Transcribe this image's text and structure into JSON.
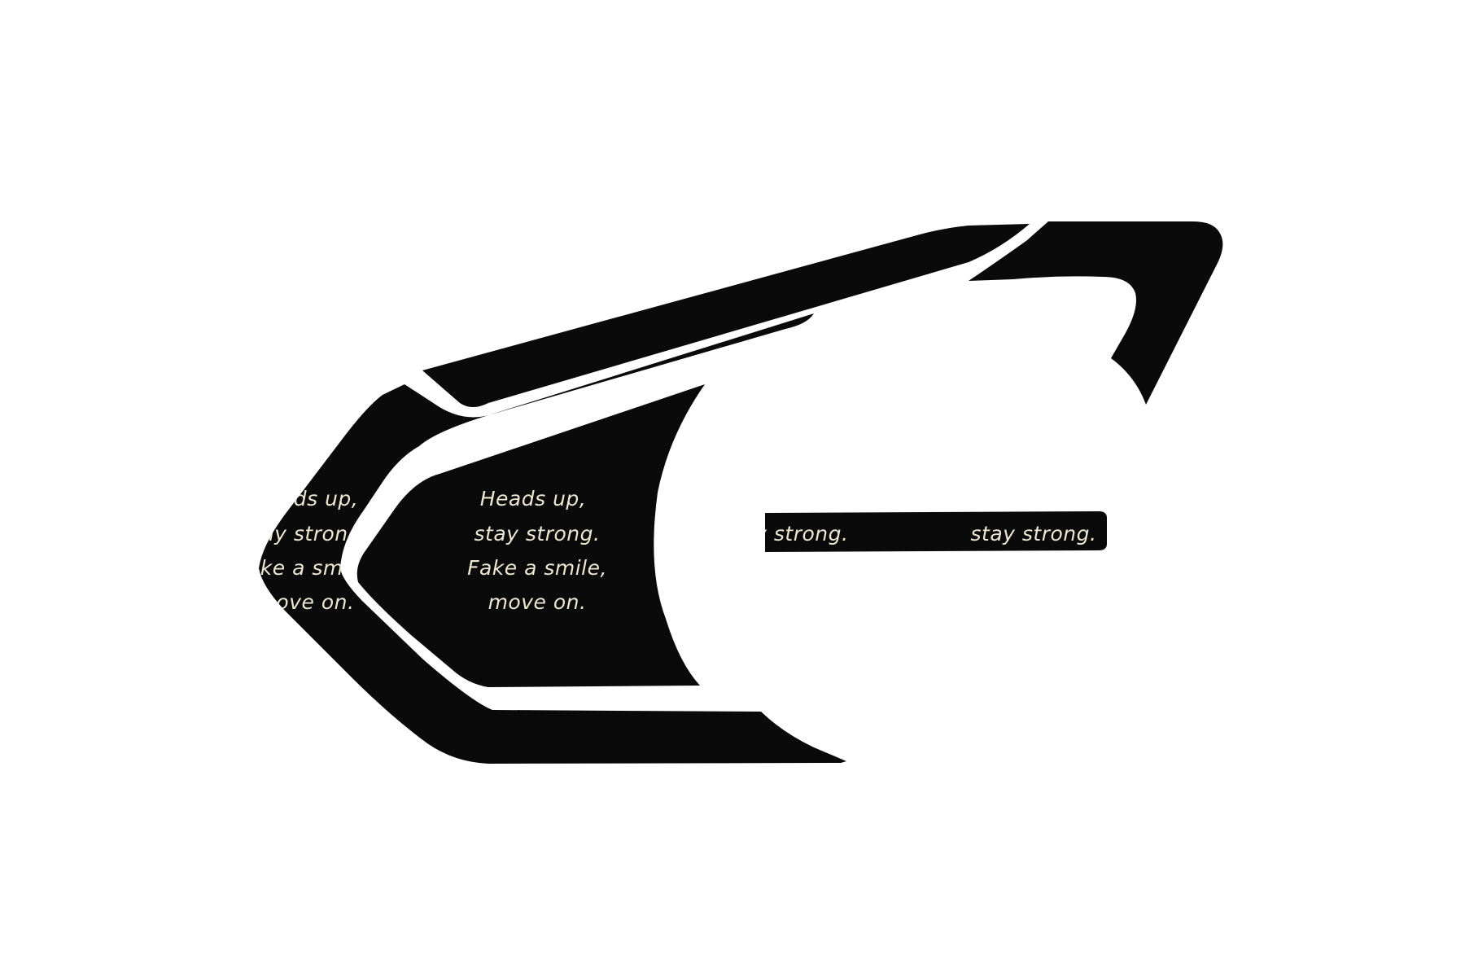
{
  "artwork": {
    "colors": {
      "background": "#ffffff",
      "shape_fill": "#0a0a0a",
      "text_color": "#ece6d3"
    },
    "quote": {
      "line1": "Heads up,",
      "line2": "stay strong.",
      "line3": "Fake a smile,",
      "line4": "move on."
    }
  }
}
